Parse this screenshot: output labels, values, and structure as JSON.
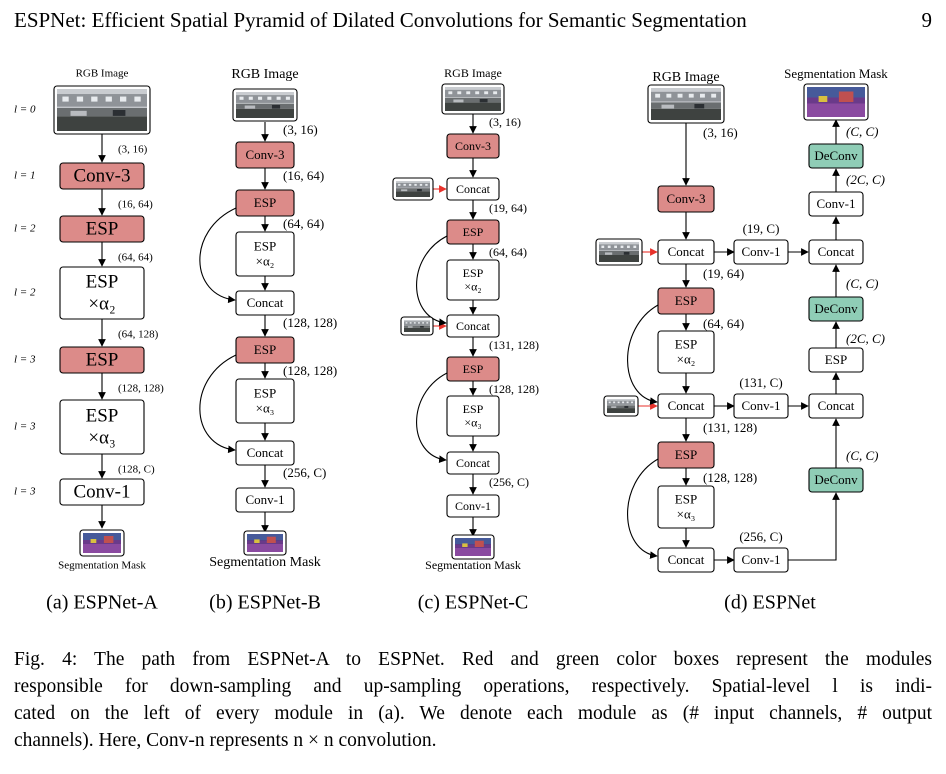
{
  "header": {
    "title": "ESPNet: Efficient Spatial Pyramid of Dilated Convolutions for Semantic Segmentation",
    "page_number": "9"
  },
  "labels": {
    "rgb_image": "RGB Image",
    "segmentation_mask": "Segmentation Mask",
    "conv3": "Conv-3",
    "esp": "ESP",
    "esp_a2": "×α₂",
    "esp_a3": "×α₃",
    "concat": "Concat",
    "conv1": "Conv-1",
    "deconv": "DeConv"
  },
  "panel_a": {
    "caption": "(a) ESPNet-A",
    "levels": [
      "l = 0",
      "l = 1",
      "l = 2",
      "l = 2",
      "l = 3",
      "l = 3",
      "l = 3"
    ],
    "dims": [
      "(3, 16)",
      "(16, 64)",
      "(64, 64)",
      "(64, 128)",
      "(128, 128)",
      "(128, C)"
    ]
  },
  "panel_b": {
    "caption": "(b) ESPNet-B",
    "dims": [
      "(3, 16)",
      "(16, 64)",
      "(64, 64)",
      "(128, 128)",
      "(128, 128)",
      "(256, C)"
    ]
  },
  "panel_c": {
    "caption": "(c) ESPNet-C",
    "dims": [
      "(3, 16)",
      "(19, 64)",
      "(64, 64)",
      "(131, 128)",
      "(128, 128)",
      "(256, C)"
    ]
  },
  "panel_d": {
    "caption": "(d) ESPNet",
    "dims_left": [
      "(3, 16)",
      "(19, 64)",
      "(64, 64)",
      "(131, 128)",
      "(128, 128)"
    ],
    "dims_mid": [
      "(19, C)",
      "(131, C)",
      "(256, C)"
    ],
    "dims_right": [
      "(C, C)",
      "(2C, C)",
      "(C, C)",
      "(2C, C)",
      "(C, C)"
    ]
  },
  "caption": {
    "lines": [
      "Fig. 4: The path from ESPNet-A to ESPNet. Red and green color boxes represent the modules",
      "responsible for down-sampling and up-sampling operations, respectively. Spatial-level l is indi-",
      "cated on the left of every module in (a). We denote each module as (# input channels, # output",
      "channels). Here, Conv-n represents n × n convolution."
    ]
  },
  "colors": {
    "down": "#dc8b89",
    "up": "#8fcdb6",
    "skip_arrow": "#e8322b"
  }
}
